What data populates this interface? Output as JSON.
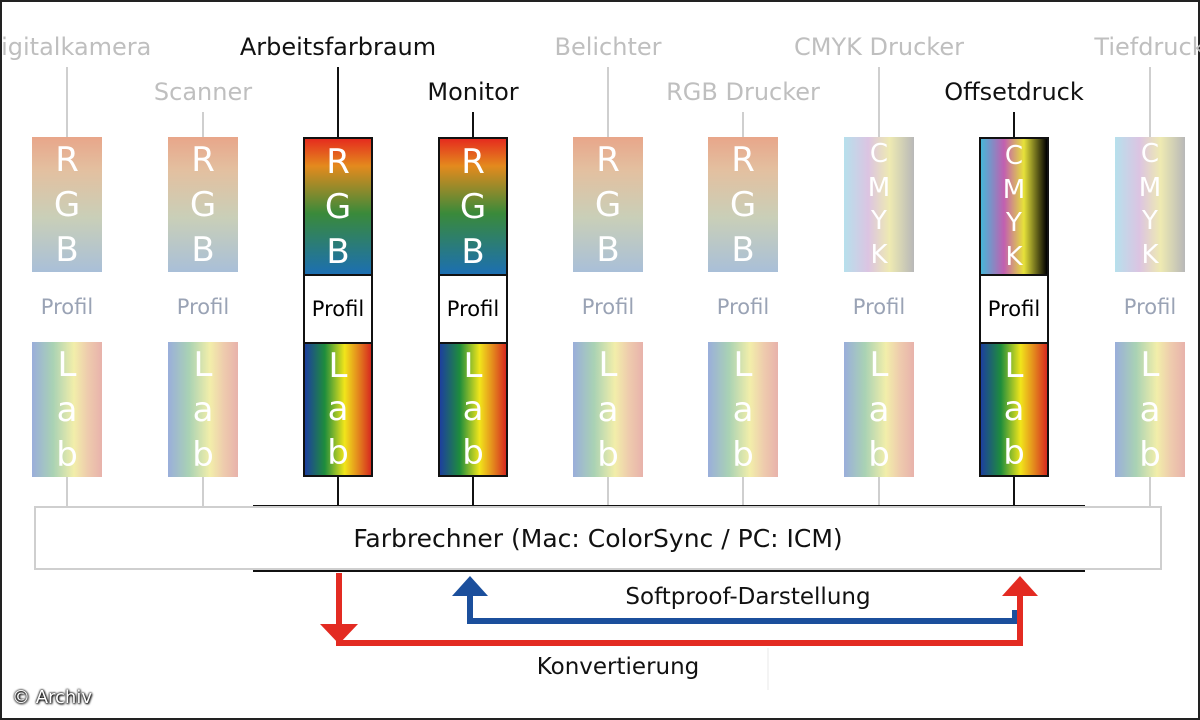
{
  "devices": [
    {
      "label": "Digitalkamera",
      "type": "RGB",
      "active": false
    },
    {
      "label": "Scanner",
      "type": "RGB",
      "active": false
    },
    {
      "label": "Arbeitsfarbraum",
      "type": "RGB",
      "active": true
    },
    {
      "label": "Monitor",
      "type": "RGB",
      "active": true
    },
    {
      "label": "Belichter",
      "type": "RGB",
      "active": false
    },
    {
      "label": "RGB Drucker",
      "type": "RGB",
      "active": false
    },
    {
      "label": "CMYK Drucker",
      "type": "CMYK",
      "active": false
    },
    {
      "label": "Offsetdruck",
      "type": "CMYK",
      "active": true
    },
    {
      "label": "Tiefdruck",
      "type": "CMYK",
      "active": false
    }
  ],
  "profile_label": "Profil",
  "lab_letters": [
    "L",
    "a",
    "b"
  ],
  "rgb_letters": [
    "R",
    "G",
    "B"
  ],
  "cmyk_letters": [
    "C",
    "M",
    "Y",
    "K"
  ],
  "calculator_label": "Farbrechner (Mac: ColorSync / PC: ICM)",
  "softproof_label": "Softproof-Darstellung",
  "conversion_label": "Konvertierung",
  "credit": "© Archiv",
  "colors": {
    "softproof": "#1b4f9c",
    "conversion": "#e32b22",
    "inactive_text": "#bfbfbf",
    "active_text": "#111111"
  }
}
